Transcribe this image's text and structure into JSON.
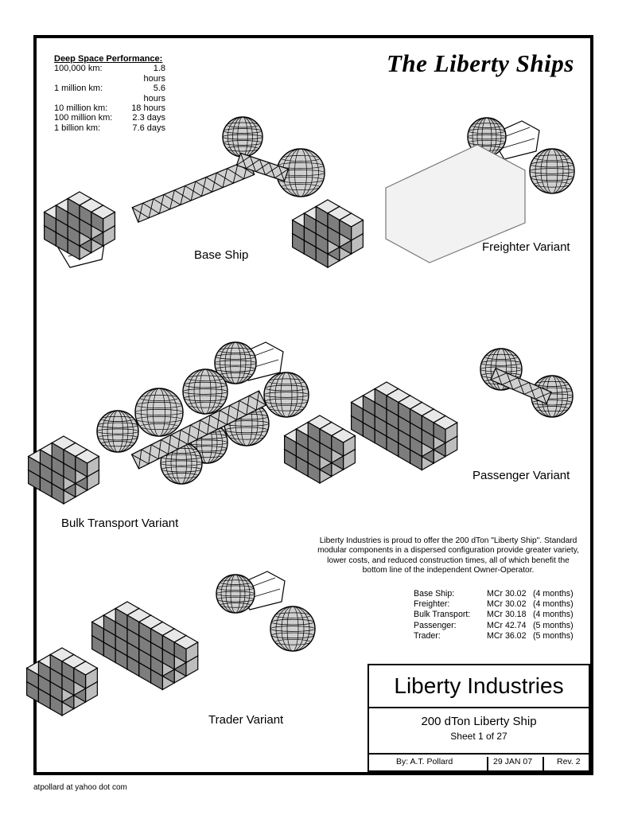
{
  "title": "The Liberty Ships",
  "performance": {
    "heading": "Deep Space Performance:",
    "rows": [
      {
        "distance": "100,000 km:",
        "time": "1.8 hours"
      },
      {
        "distance": "1 million km:",
        "time": "5.6 hours"
      },
      {
        "distance": "10 million km:",
        "time": "18 hours"
      },
      {
        "distance": "100 million km:",
        "time": "2.3 days"
      },
      {
        "distance": "1 billion km:",
        "time": "7.6 days"
      }
    ]
  },
  "ships": {
    "base": "Base Ship",
    "freighter": "Freighter Variant",
    "bulk": "Bulk Transport Variant",
    "passenger": "Passenger Variant",
    "trader": "Trader Variant"
  },
  "description": "Liberty Industries is proud to offer the 200 dTon \"Liberty Ship\". Standard modular components in a dispersed configuration provide greater variety, lower costs, and reduced construction times, all of which benefit the bottom line of the independent Owner-Operator.",
  "prices": [
    {
      "name": "Base Ship:",
      "cost": "MCr 30.02",
      "time": "(4 months)"
    },
    {
      "name": "Freighter:",
      "cost": "MCr 30.02",
      "time": "(4 months)"
    },
    {
      "name": "Bulk Transport:",
      "cost": "MCr 30.18",
      "time": "(4 months)"
    },
    {
      "name": "Passenger:",
      "cost": "MCr 42.74",
      "time": "(5 months)"
    },
    {
      "name": "Trader:",
      "cost": "MCr 36.02",
      "time": "(5 months)"
    }
  ],
  "titleblock": {
    "company": "Liberty Industries",
    "ship": "200 dTon Liberty Ship",
    "sheet": "Sheet 1 of 27",
    "by": "By:  A.T. Pollard",
    "date": "29 JAN 07",
    "rev": "Rev. 2"
  },
  "footer": "atpollard at yahoo dot com",
  "colors": {
    "module": "#bdbdbd",
    "module_dark": "#7d7d7d",
    "module_light": "#e8e8e8",
    "line": "#000000"
  }
}
